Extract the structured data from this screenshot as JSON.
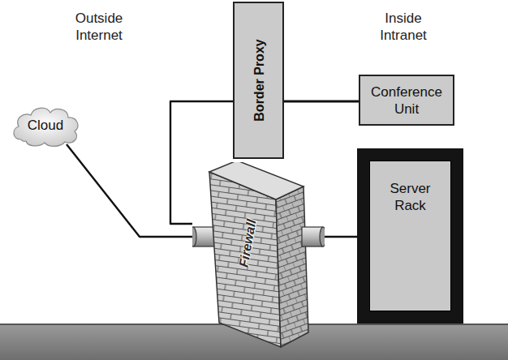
{
  "diagram": {
    "nodes": [
      {
        "text": [
          "Cloud"
        ]
      },
      {
        "text": [
          "Border Proxy"
        ]
      },
      {
        "text": [
          "Conference Unit"
        ]
      },
      {
        "text": [
          "Server Rack"
        ]
      },
      {
        "text": [
          "Firewall"
        ]
      }
    ],
    "edges": [
      {
        "from": 0,
        "to": 4,
        "arrow": "none"
      },
      {
        "from": 1,
        "to": 4,
        "arrow": "none"
      },
      {
        "from": 4,
        "to": 3,
        "arrow": "none"
      },
      {
        "from": 1,
        "to": 2,
        "arrow": "none"
      }
    ],
    "labels": [
      "Outside Internet",
      "Inside Intranet"
    ]
  }
}
